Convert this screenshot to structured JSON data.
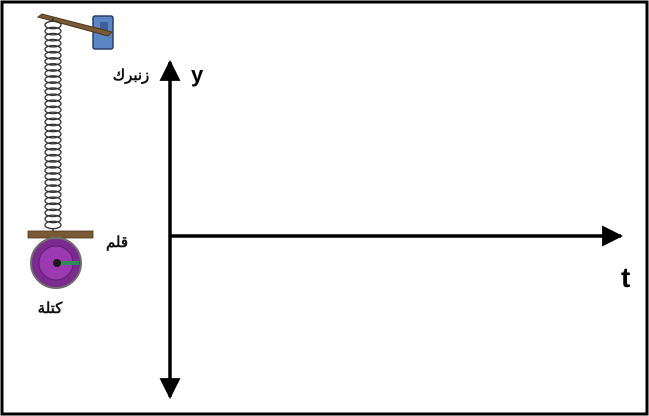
{
  "labels": {
    "spring": "زنبرك",
    "pen": "قلم",
    "mass": "كتلة",
    "y_axis": "y",
    "t_axis": "t"
  },
  "colors": {
    "frame": "#000000",
    "mount_bar": "#7a5a35",
    "clamp_block": "#5b86c6",
    "spring": "#333333",
    "pen_bar": "#7a5a35",
    "mass_outer": "#7b2a8f",
    "mass_inner": "#9b3ab0",
    "mass_hub": "#1a1a1a",
    "pen_tip": "#2e8b57",
    "axis": "#000000"
  }
}
